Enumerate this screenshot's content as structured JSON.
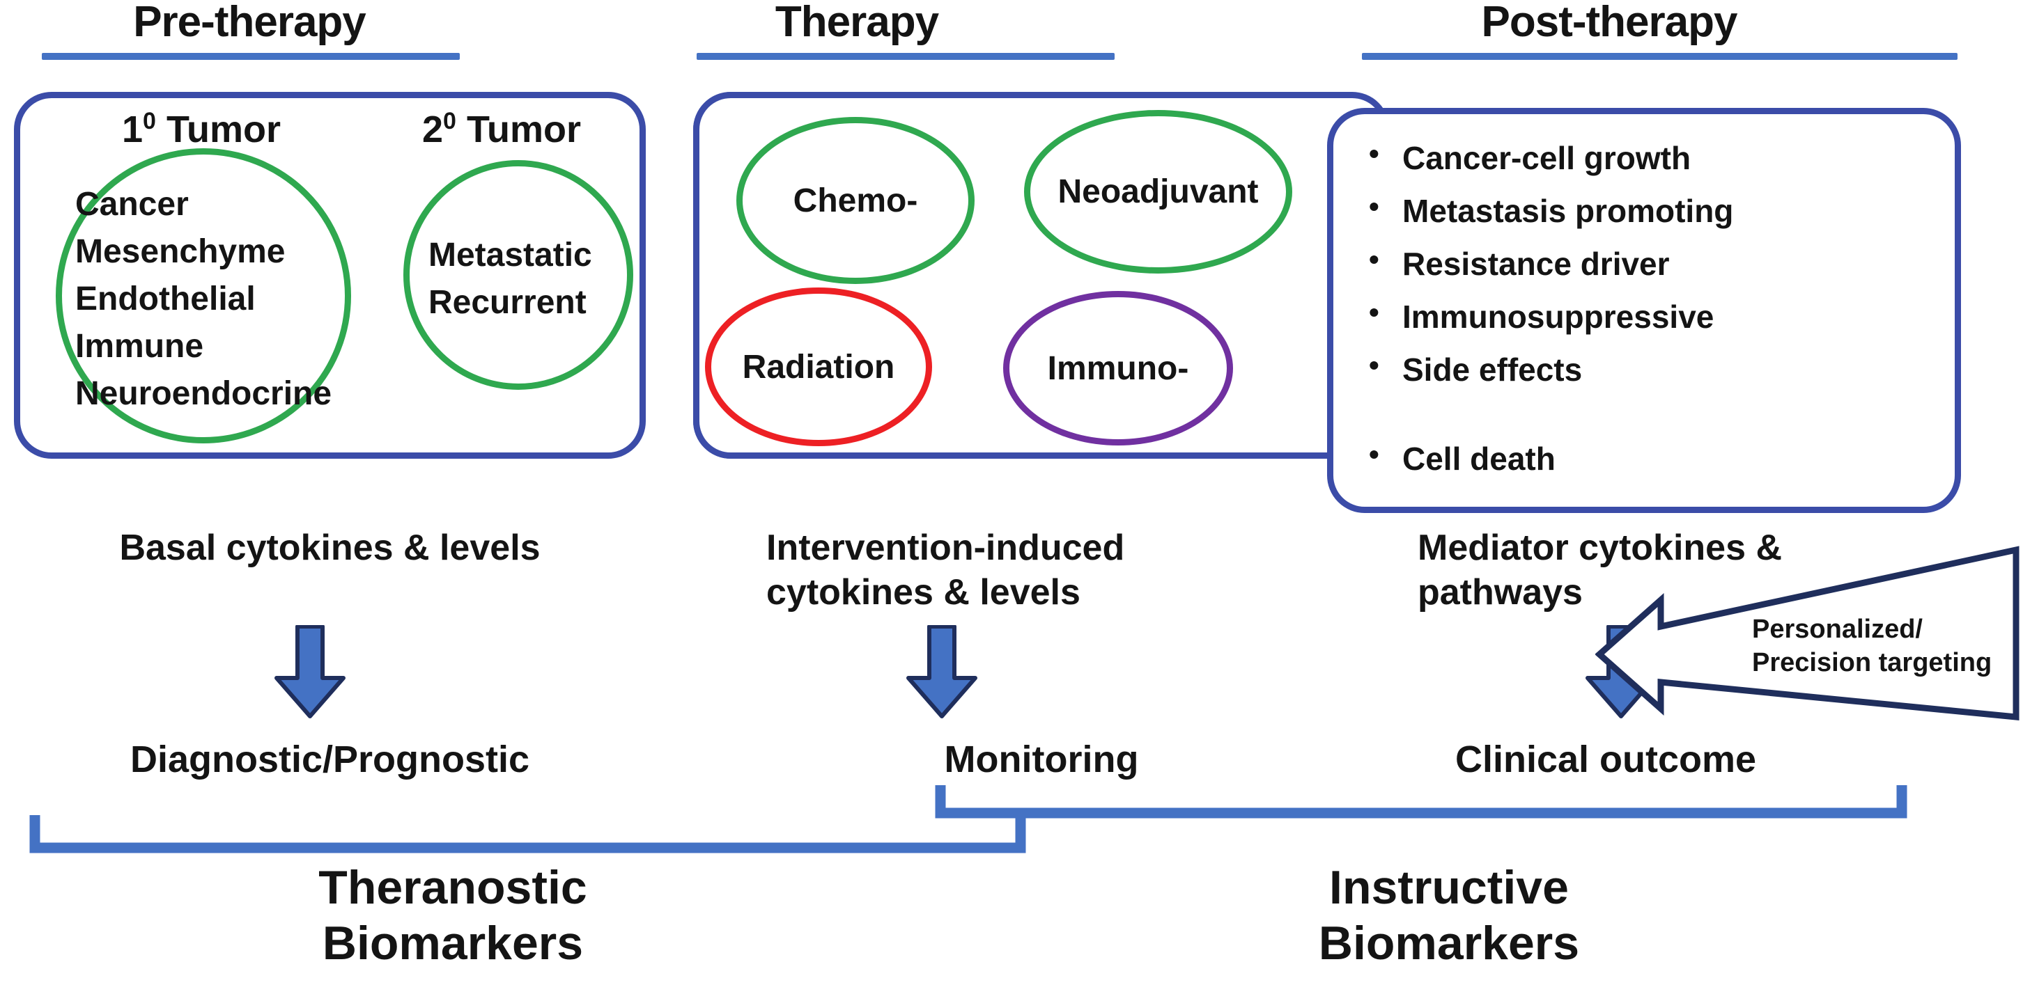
{
  "figure": {
    "type": "flow-diagram",
    "accent_blue": "#4472C4",
    "panel_border": "#3B4CA8",
    "green": "#2FA84F",
    "red": "#ED2024",
    "purple": "#7030A0",
    "arrow_fill": "#4472C4",
    "arrow_outline": "#1F2E5C"
  },
  "stages": [
    {
      "id": "pre-therapy",
      "title": "Pre-therapy",
      "caption": "Basal cytokines & levels",
      "outcome": "Diagnostic/Prognostic",
      "groups": [
        {
          "heading_prefix": "1",
          "heading_sup": "0",
          "heading_suffix": "Tumor",
          "shape": "circle",
          "color": "#2FA84F",
          "items": [
            "Cancer",
            "Mesenchyme",
            "Endothelial",
            "Immune",
            "Neuroendocrine"
          ]
        },
        {
          "heading_prefix": "2",
          "heading_sup": "0",
          "heading_suffix": "Tumor",
          "shape": "circle",
          "color": "#2FA84F",
          "items": [
            "Metastatic",
            "Recurrent"
          ]
        }
      ]
    },
    {
      "id": "therapy",
      "title": "Therapy",
      "caption_line1": "Intervention-induced",
      "caption_line2": "cytokines & levels",
      "outcome": "Monitoring",
      "modalities": [
        {
          "label": "Chemo-",
          "color": "#2FA84F"
        },
        {
          "label": "Neoadjuvant",
          "color": "#2FA84F"
        },
        {
          "label": "Radiation",
          "color": "#ED2024"
        },
        {
          "label": "Immuno-",
          "color": "#7030A0"
        }
      ]
    },
    {
      "id": "post-therapy",
      "title": "Post-therapy",
      "caption_line1": "Mediator cytokines &",
      "caption_line2": "pathways",
      "outcome": "Clinical outcome",
      "bullets": [
        "Cancer-cell growth",
        "Metastasis promoting",
        "Resistance driver",
        "Immunosuppressive",
        "Side effects"
      ],
      "bullets_after_gap": [
        "Cell death"
      ],
      "bullet_glyph": "•"
    }
  ],
  "biomarker_groups": [
    {
      "id": "theranostic",
      "line1": "Theranostic",
      "line2": "Biomarkers"
    },
    {
      "id": "instructive",
      "line1": "Instructive",
      "line2": "Biomarkers"
    }
  ],
  "feedback_arrow": {
    "line1": "Personalized/",
    "line2": "Precision targeting",
    "direction": "left"
  }
}
